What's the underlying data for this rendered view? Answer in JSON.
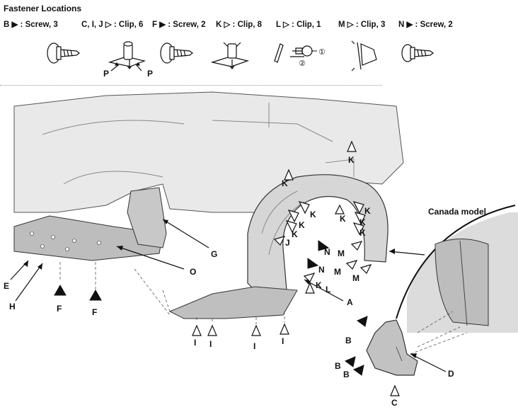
{
  "title": "Fastener Locations",
  "legend": [
    {
      "text": "B ▶ : Screw, 3"
    },
    {
      "text": "C, I, J ▷ : Clip, 6"
    },
    {
      "text": "F ▶ : Screw, 2"
    },
    {
      "text": "K ▷ : Clip, 8"
    },
    {
      "text": "L ▷ : Clip, 1"
    },
    {
      "text": "M ▷ : Clip, 3"
    },
    {
      "text": "N ▶ : Screw, 2"
    }
  ],
  "step_labels": {
    "one": "①",
    "two": "②"
  },
  "clip_part_label": "P",
  "canada_title": "Canada model",
  "callouts": {
    "A": "A",
    "B": "B",
    "C": "C",
    "D": "D",
    "E": "E",
    "F": "F",
    "G": "G",
    "H": "H",
    "I": "I",
    "J": "J",
    "K": "K",
    "L": "L",
    "M": "M",
    "N": "N",
    "O": "O"
  },
  "colors": {
    "ink": "#111111",
    "shade": "#cfcfcf",
    "paper": "#ffffff"
  }
}
